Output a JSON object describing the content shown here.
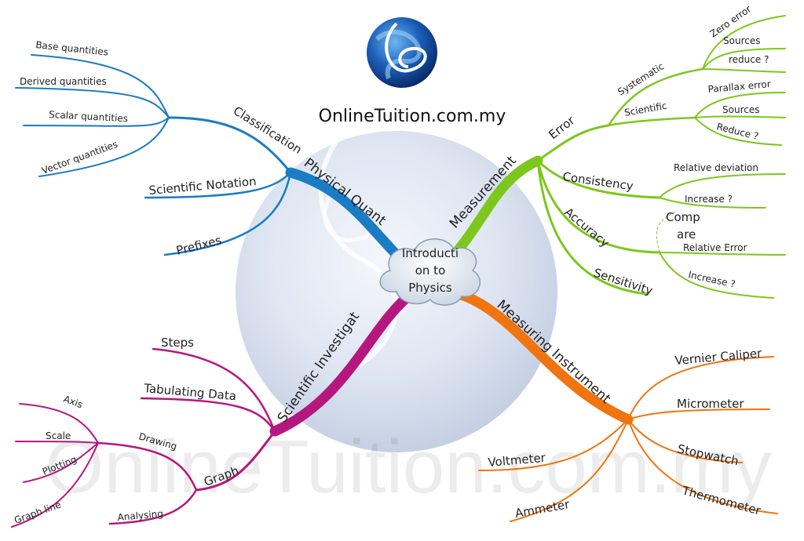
{
  "site": {
    "title": "OnlineTuition.com.my",
    "watermark": "OnlineTuition.com.my"
  },
  "center": {
    "lines": [
      "Introducti",
      "on to",
      "Physics"
    ]
  },
  "colors": {
    "physical": "#1a7cc4",
    "measurement": "#7dc71c",
    "instrument": "#f0740f",
    "investigation": "#b5177f"
  },
  "branches": {
    "physical": {
      "label": "Physical Quant",
      "classification": "Classification",
      "class_items": [
        "Base quantities",
        "Derived quantities",
        "Scalar quantities",
        "Vector quantities"
      ],
      "scientific_notation": "Scientific Notation",
      "prefixes": "Prefixes"
    },
    "measurement": {
      "label": "Measurement",
      "error": "Error",
      "systematic": "Systematic",
      "systematic_items": [
        "Zero error",
        "Sources",
        "reduce ?"
      ],
      "scientific": "Scientific",
      "scientific_items": [
        "Parallax error",
        "Sources",
        "Reduce ?"
      ],
      "consistency": "Consistency",
      "consistency_items": [
        "Relative deviation",
        "Increase ?"
      ],
      "compare": [
        "Comp",
        "are"
      ],
      "accuracy": "Accuracy",
      "accuracy_items": [
        "Relative Error",
        "Increase ?"
      ],
      "sensitivity": "Sensitivity"
    },
    "instrument": {
      "label": "Measuring Instrument",
      "items": [
        "Vernier Caliper",
        "Micrometer",
        "Stopwatch",
        "Thermometer",
        "Voltmeter",
        "Ammeter"
      ]
    },
    "investigation": {
      "label": "Scientific Investigat",
      "steps": "Steps",
      "tabulating": "Tabulating Data",
      "graph": "Graph",
      "drawing": "Drawing",
      "drawing_items": [
        "Axis",
        "Scale",
        "Plotting",
        "Graph line"
      ],
      "analysing": "Analysing"
    }
  }
}
